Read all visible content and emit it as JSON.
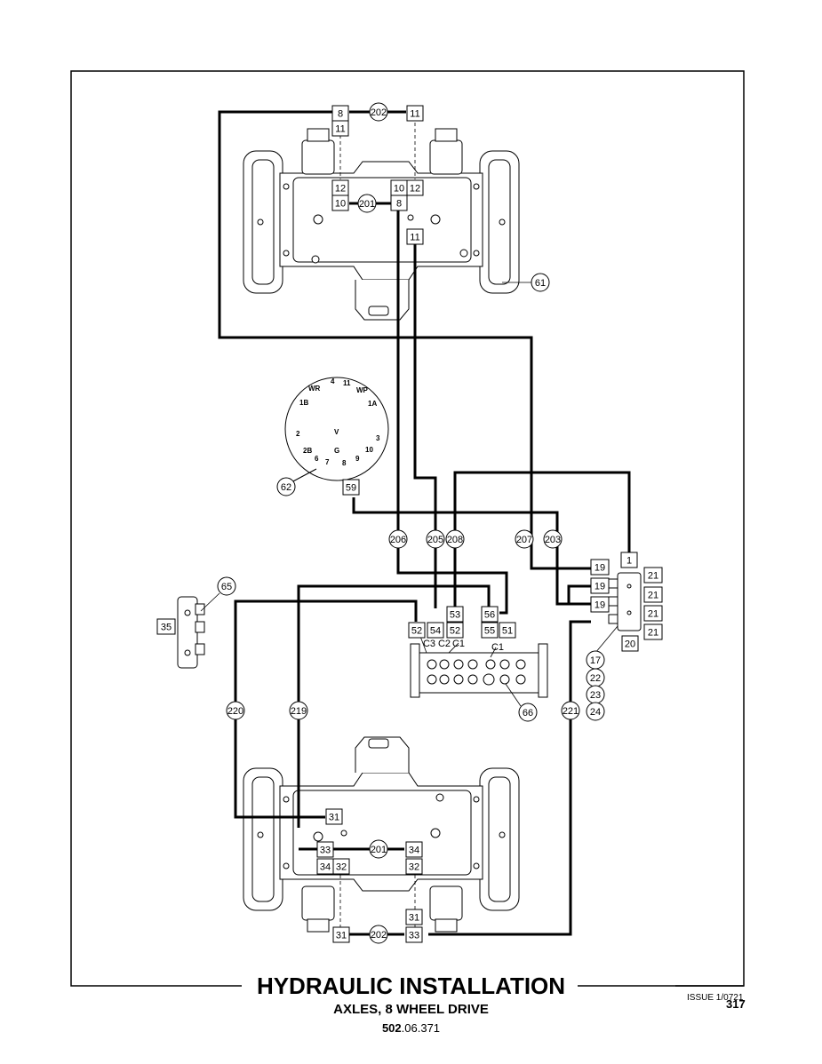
{
  "title": "HYDRAULIC INSTALLATION",
  "subtitle": "AXLES, 8 WHEEL DRIVE",
  "document_number": {
    "bold": "502",
    "rest": ".06.371"
  },
  "issue": "ISSUE 1/0721",
  "page_number": "317",
  "boxes": {
    "top_axle": {
      "b8a": "8",
      "b11a": "11",
      "b11b": "11",
      "b12a": "12",
      "b10a": "10",
      "b10b": "10",
      "b12b": "12",
      "b8b": "8",
      "b11c": "11"
    },
    "manifold": {
      "b52a": "52",
      "b54": "54",
      "b53": "53",
      "b52b": "52",
      "b56": "56",
      "b55": "55",
      "b51": "51",
      "c3": "C3",
      "c2": "C2",
      "c1a": "C1",
      "c1b": "C1"
    },
    "valve_block": {
      "b1": "1",
      "b19a": "19",
      "b19b": "19",
      "b19c": "19",
      "b21a": "21",
      "b21b": "21",
      "b21c": "21",
      "b21d": "21",
      "b20": "20"
    },
    "side_valve": {
      "b35": "35"
    },
    "switch": {
      "b59": "59"
    },
    "bottom_axle": {
      "b31a": "31",
      "b33a": "33",
      "b34a": "34",
      "b34b": "34",
      "b32a": "32",
      "b32b": "32",
      "b31b": "31",
      "b31c": "31",
      "b33b": "33"
    }
  },
  "hoses": {
    "h202a": "202",
    "h201a": "201",
    "h206": "206",
    "h205": "205",
    "h208": "208",
    "h207": "207",
    "h203": "203",
    "h220": "220",
    "h219": "219",
    "h221": "221",
    "h201b": "201",
    "h202b": "202"
  },
  "callouts": {
    "c61": "61",
    "c62": "62",
    "c65": "65",
    "c66": "66",
    "c17": "17",
    "c22": "22",
    "c23": "23",
    "c24": "24"
  },
  "dial": {
    "p4": "4",
    "p11": "11",
    "pWR": "WR",
    "pWP": "WP",
    "p1B": "1B",
    "p1A": "1A",
    "p2": "2",
    "pV": "V",
    "p3": "3",
    "p2B": "2B",
    "p10": "10",
    "pG": "G",
    "p6": "6",
    "p7": "7",
    "p8": "8",
    "p9": "9"
  }
}
